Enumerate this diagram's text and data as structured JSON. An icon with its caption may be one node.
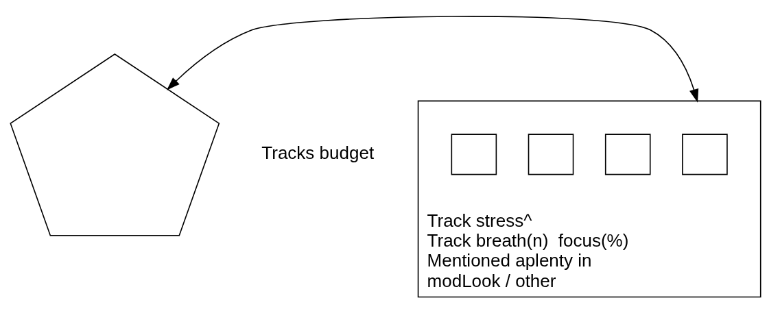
{
  "diagram": {
    "nodes": [
      {
        "text": [],
        "shape": "pentagon",
        "beside": [
          "Tracks budget"
        ]
      },
      {
        "text": [
          "Track stress^",
          "Track breath(n)  focus(%)",
          "Mentioned aplenty in",
          "modLook / other"
        ]
      },
      {
        "text": [],
        "shape": "box",
        "in": 1
      },
      {
        "text": [],
        "shape": "box",
        "in": 1
      },
      {
        "text": [],
        "shape": "box",
        "in": 1
      },
      {
        "text": [],
        "shape": "box",
        "in": 1
      }
    ],
    "edges": [
      {
        "from": 0,
        "to": 1,
        "arrow": "both"
      }
    ]
  }
}
